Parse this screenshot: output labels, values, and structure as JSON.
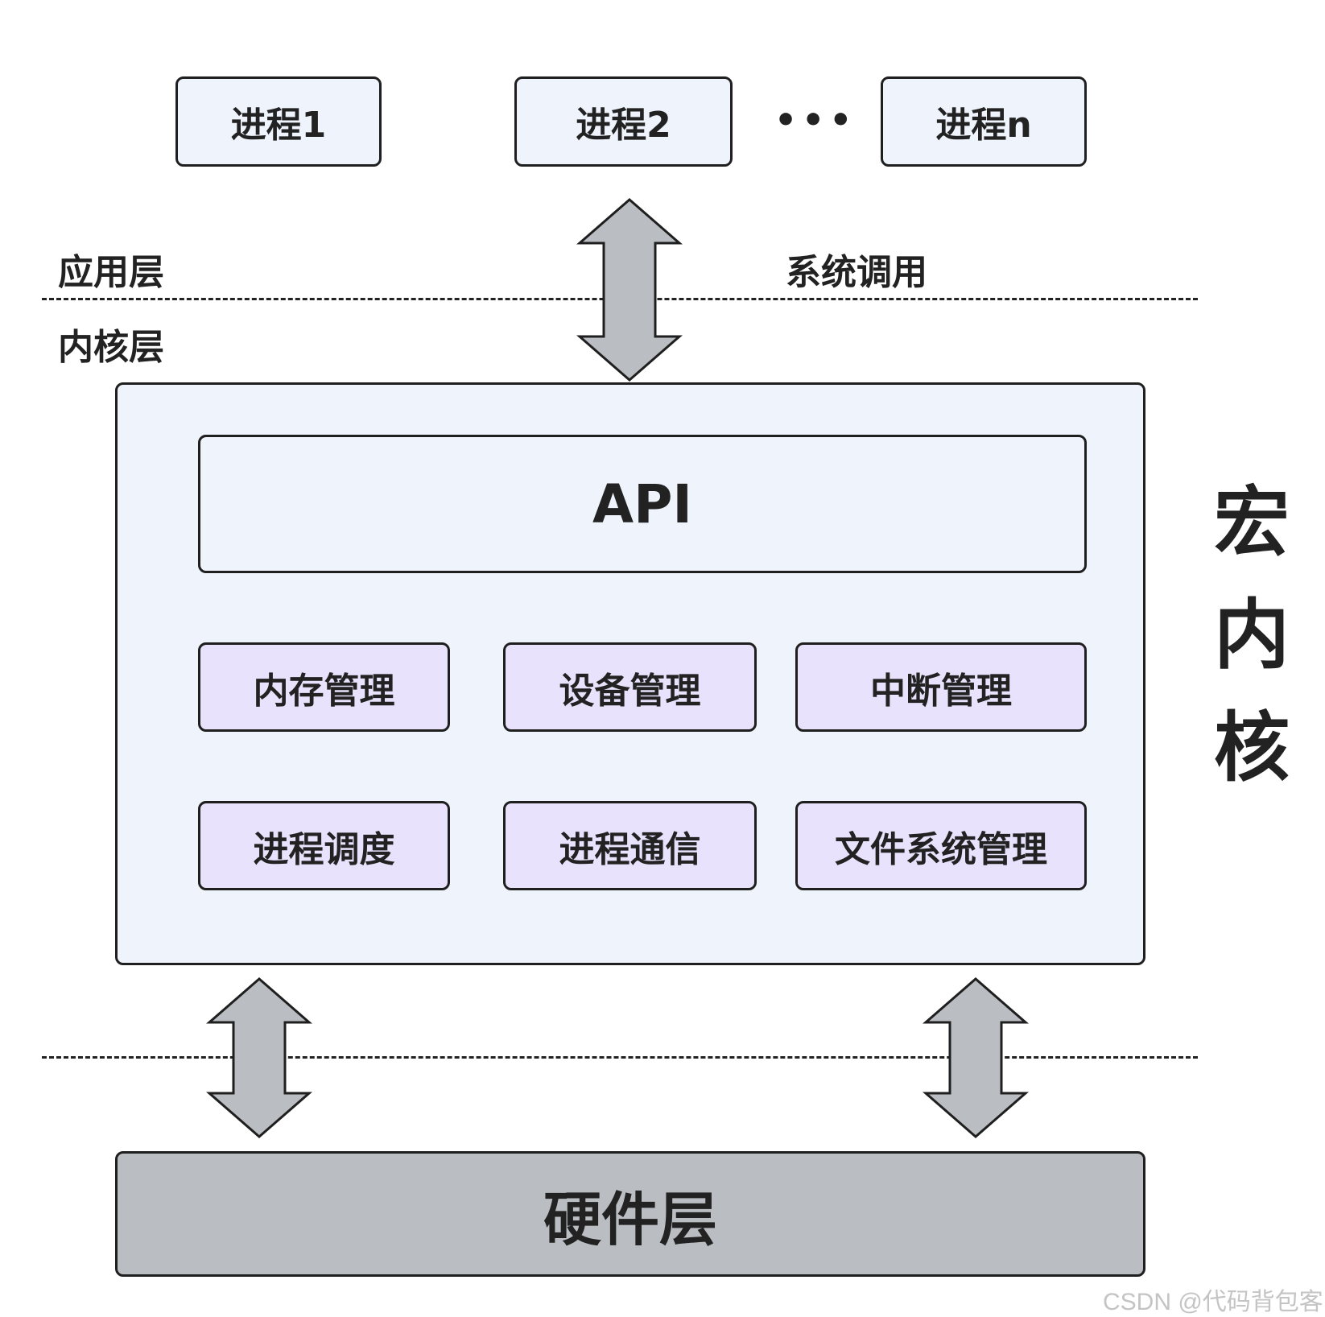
{
  "processes": [
    "进程1",
    "进程2",
    "进程n"
  ],
  "ellipsis": "•••",
  "app_layer_label": "应用层",
  "kernel_layer_label": "内核层",
  "syscall_label": "系统调用",
  "kernel": {
    "api_label": "API",
    "modules_row1": [
      "内存管理",
      "设备管理",
      "中断管理"
    ],
    "modules_row2": [
      "进程调度",
      "进程通信",
      "文件系统管理"
    ]
  },
  "side_label": [
    "宏",
    "内",
    "核"
  ],
  "hardware_label": "硬件层",
  "watermark": "CSDN @代码背包客",
  "colors": {
    "process_fill": "#eef3fc",
    "module_fill": "#e8e2fc",
    "hardware_fill": "#babdc1",
    "arrow_fill": "#babdc1"
  }
}
